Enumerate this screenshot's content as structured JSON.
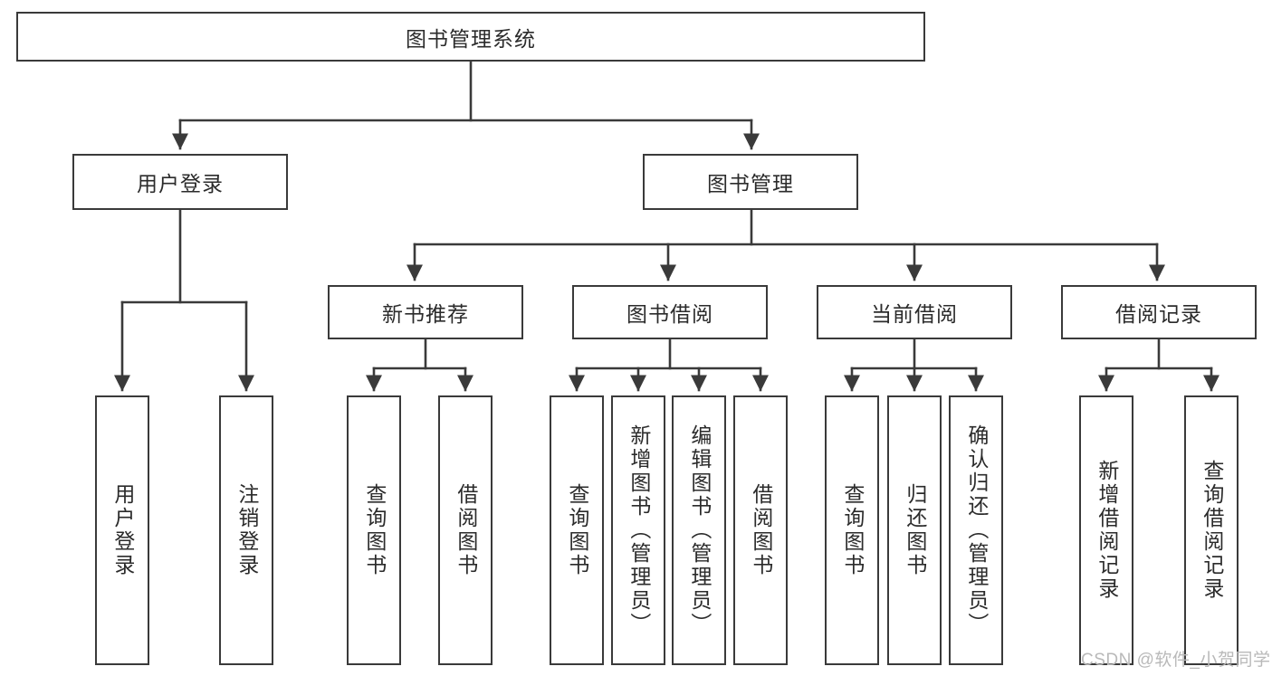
{
  "diagram": {
    "title": "图书管理系统",
    "type": "tree-hierarchy-chart",
    "root": {
      "label": "图书管理系统"
    },
    "level1": [
      {
        "label": "用户登录"
      },
      {
        "label": "图书管理"
      }
    ],
    "level2": [
      {
        "label": "新书推荐"
      },
      {
        "label": "图书借阅"
      },
      {
        "label": "当前借阅"
      },
      {
        "label": "借阅记录"
      }
    ],
    "leaves": [
      {
        "label": "用户登录"
      },
      {
        "label": "注销登录"
      },
      {
        "label": "查询图书"
      },
      {
        "label": "借阅图书"
      },
      {
        "label": "查询图书"
      },
      {
        "label": "新增图书（管理员）"
      },
      {
        "label": "编辑图书（管理员）"
      },
      {
        "label": "借阅图书"
      },
      {
        "label": "查询图书"
      },
      {
        "label": "归还图书"
      },
      {
        "label": "确认归还（管理员）"
      },
      {
        "label": "新增借阅记录"
      },
      {
        "label": "查询借阅记录"
      }
    ]
  },
  "watermark": {
    "text": "CSDN @软件_小贺同学"
  },
  "colors": {
    "stroke": "#3a3a3a",
    "box_fill": "#ffffff",
    "text": "#2b2b2b",
    "watermark": "#b9b9b9",
    "background": "#ffffff"
  }
}
